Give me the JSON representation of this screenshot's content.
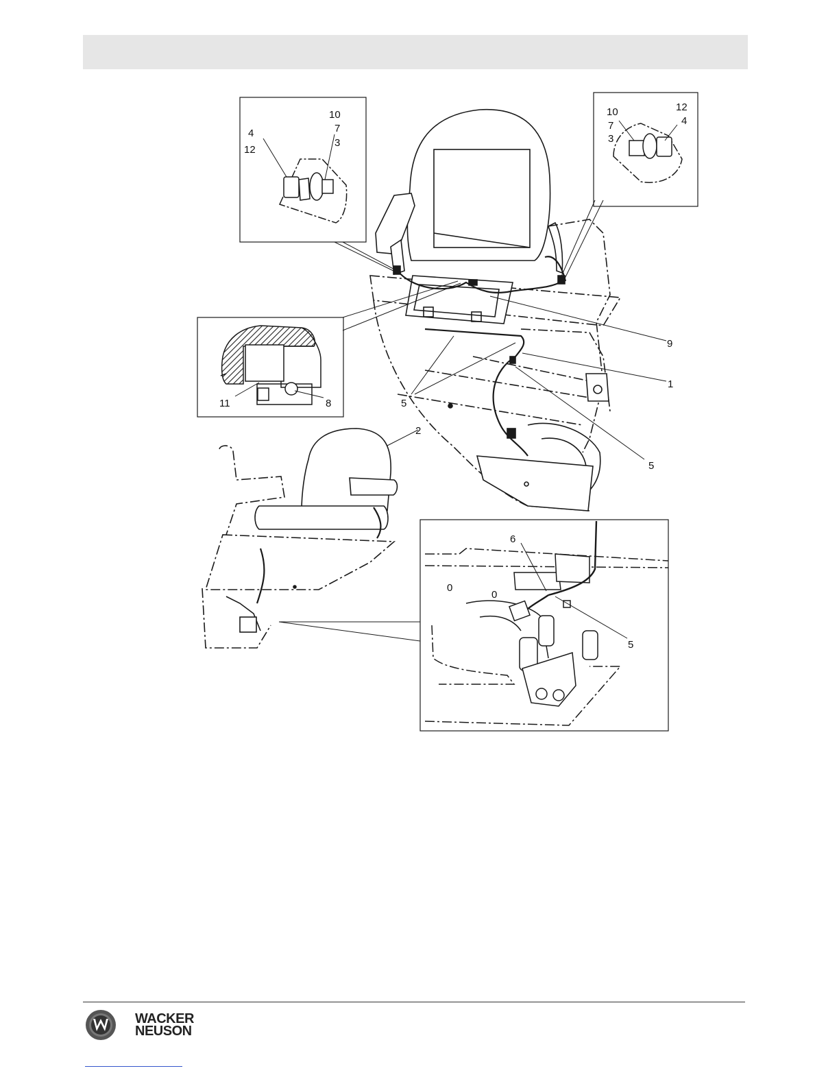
{
  "header": {
    "title": ""
  },
  "callouts": {
    "inset_tl": [
      "10",
      "7",
      "3",
      "4",
      "12"
    ],
    "inset_tr": [
      "12",
      "4",
      "10",
      "7",
      "3"
    ],
    "inset_left": [
      "11",
      "8"
    ],
    "main": [
      "9",
      "1",
      "5",
      "5",
      "2"
    ],
    "inset_br": [
      "6",
      "5"
    ]
  },
  "footer": {
    "brand_line1": "WACKER",
    "brand_line2": "NEUSON"
  },
  "colors": {
    "line": "#1a1a1a",
    "header_band": "#e6e6e6",
    "hatch": "#222222"
  }
}
